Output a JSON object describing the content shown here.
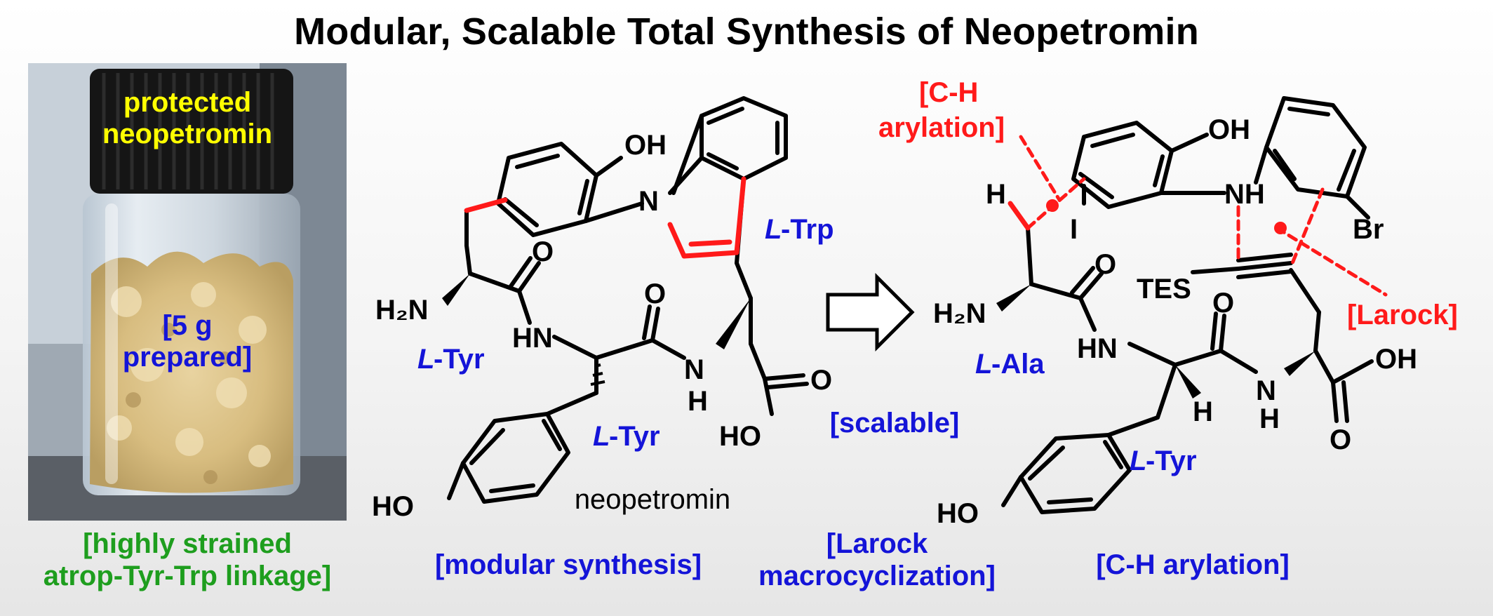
{
  "title": "Modular, Scalable Total Synthesis of Neopetromin",
  "photo": {
    "label_top_1": "protected",
    "label_top_2": "neopetromin",
    "label_mid_1": "[5 g",
    "label_mid_2": "prepared]"
  },
  "captions": {
    "strained_1": "[highly strained",
    "strained_2": "atrop-Tyr-Trp linkage]",
    "modular": "[modular synthesis]",
    "larock_1": "[Larock",
    "larock_2": "macrocyclization]",
    "ch_arylation": "[C-H arylation]",
    "scalable": "[scalable]",
    "compound_name": "neopetromin"
  },
  "left_structure": {
    "OH": "OH",
    "N": "N",
    "O_top": "O",
    "H2N": "H₂N",
    "HN": "HN",
    "O_mid": "O",
    "NH_N": "N",
    "NH_H": "H",
    "O_acid": "O",
    "HO_acid": "HO",
    "HO_phenol": "HO",
    "L_Tyr_1": "L",
    "Tyr_1": "-Tyr",
    "L_Tyr_2": "L",
    "Tyr_2": "-Tyr",
    "L_Trp": "L",
    "Trp": "-Trp"
  },
  "right_structure": {
    "ch_label_1": "[C-H",
    "ch_label_2": "arylation]",
    "H_top": "H",
    "I": "I",
    "OH": "OH",
    "NH": "NH",
    "Br": "Br",
    "TES": "TES",
    "larock_label": "[Larock]",
    "O_top": "O",
    "H2N": "H₂N",
    "HN": "HN",
    "O_mid": "O",
    "NH_N": "N",
    "NH_H": "H",
    "H_alpha": "H",
    "OH_acid": "OH",
    "O_acid": "O",
    "HO_phenol": "HO",
    "L_Ala": "L",
    "Ala": "-Ala",
    "L_Tyr": "L",
    "Tyr": "-Tyr"
  },
  "colors": {
    "blue": "#1414d8",
    "red": "#ff1a1a",
    "green": "#1e9e1e",
    "yellow": "#ffff00"
  }
}
